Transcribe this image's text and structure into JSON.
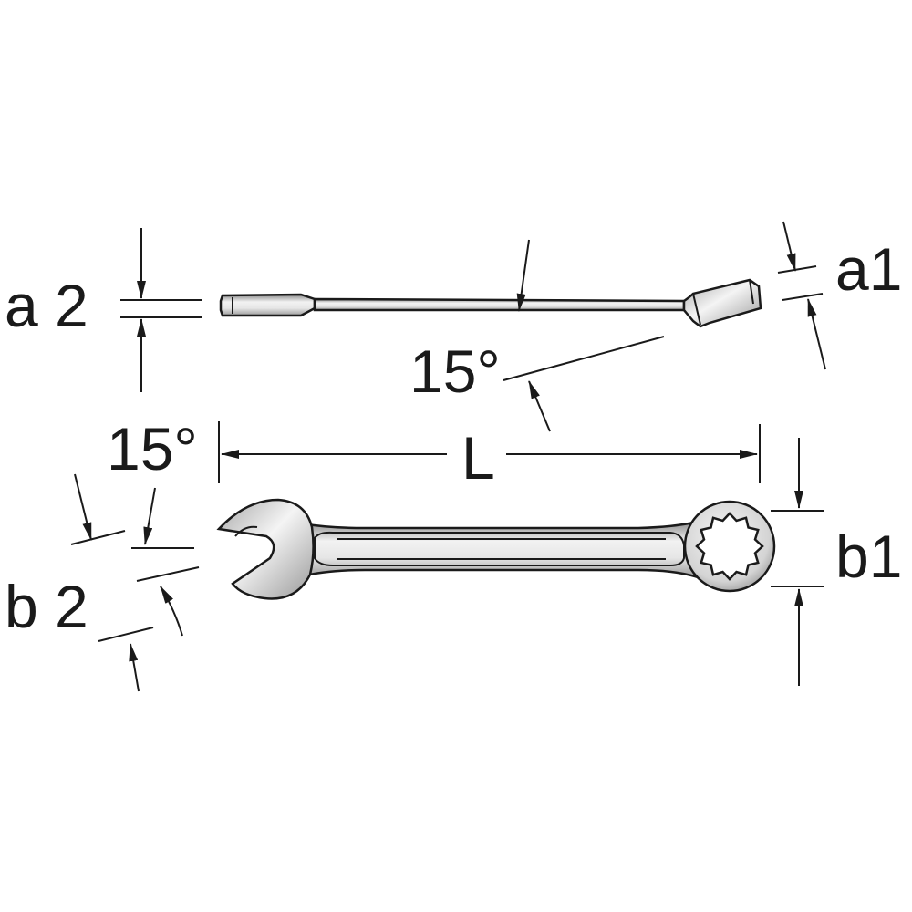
{
  "labels": {
    "a2": "a 2",
    "a1": "a1",
    "angle_side": "15°",
    "angle_top": "15°",
    "length": "L",
    "b1": "b1",
    "b2": "b 2"
  },
  "colors": {
    "line": "#1a1a1a",
    "background": "#ffffff",
    "metal_light": "#f2f2f2",
    "metal_mid": "#c8c8c8",
    "metal_dark": "#8a8a8a"
  },
  "icons": {
    "arrowhead": "arrow-head-icon"
  }
}
